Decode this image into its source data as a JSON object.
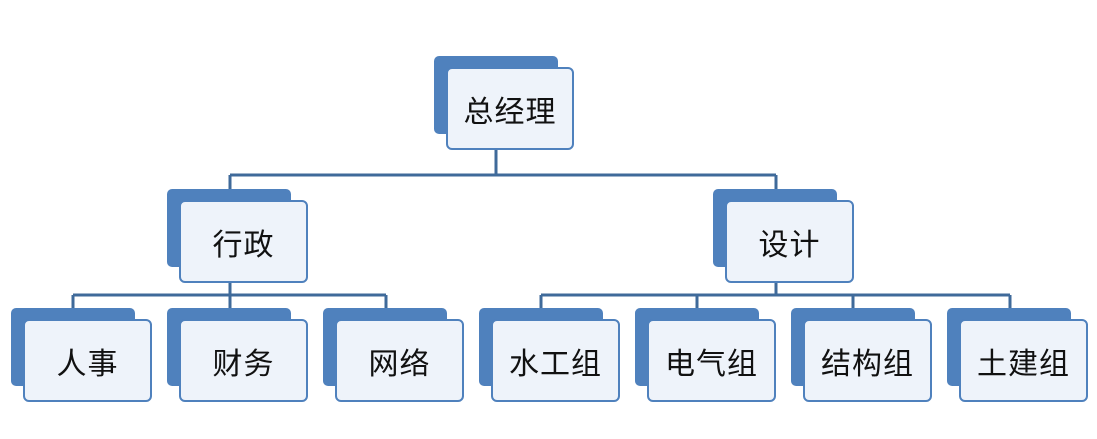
{
  "diagram": {
    "colors": {
      "accent": "#4f81bd",
      "box_fill": "#eef3fa",
      "line": "#3f6a9a",
      "text": "#111111"
    },
    "nodes": [
      {
        "id": "ceo",
        "label": "总经理"
      },
      {
        "id": "admin",
        "label": "行政"
      },
      {
        "id": "design",
        "label": "设计"
      },
      {
        "id": "hr",
        "label": "人事"
      },
      {
        "id": "finance",
        "label": "财务"
      },
      {
        "id": "network",
        "label": "网络"
      },
      {
        "id": "water",
        "label": "水工组"
      },
      {
        "id": "electric",
        "label": "电气组"
      },
      {
        "id": "structure",
        "label": "结构组"
      },
      {
        "id": "civil",
        "label": "土建组"
      }
    ],
    "edges": [
      [
        "ceo",
        "admin"
      ],
      [
        "ceo",
        "design"
      ],
      [
        "admin",
        "hr"
      ],
      [
        "admin",
        "finance"
      ],
      [
        "admin",
        "network"
      ],
      [
        "design",
        "water"
      ],
      [
        "design",
        "electric"
      ],
      [
        "design",
        "structure"
      ],
      [
        "design",
        "civil"
      ]
    ]
  }
}
